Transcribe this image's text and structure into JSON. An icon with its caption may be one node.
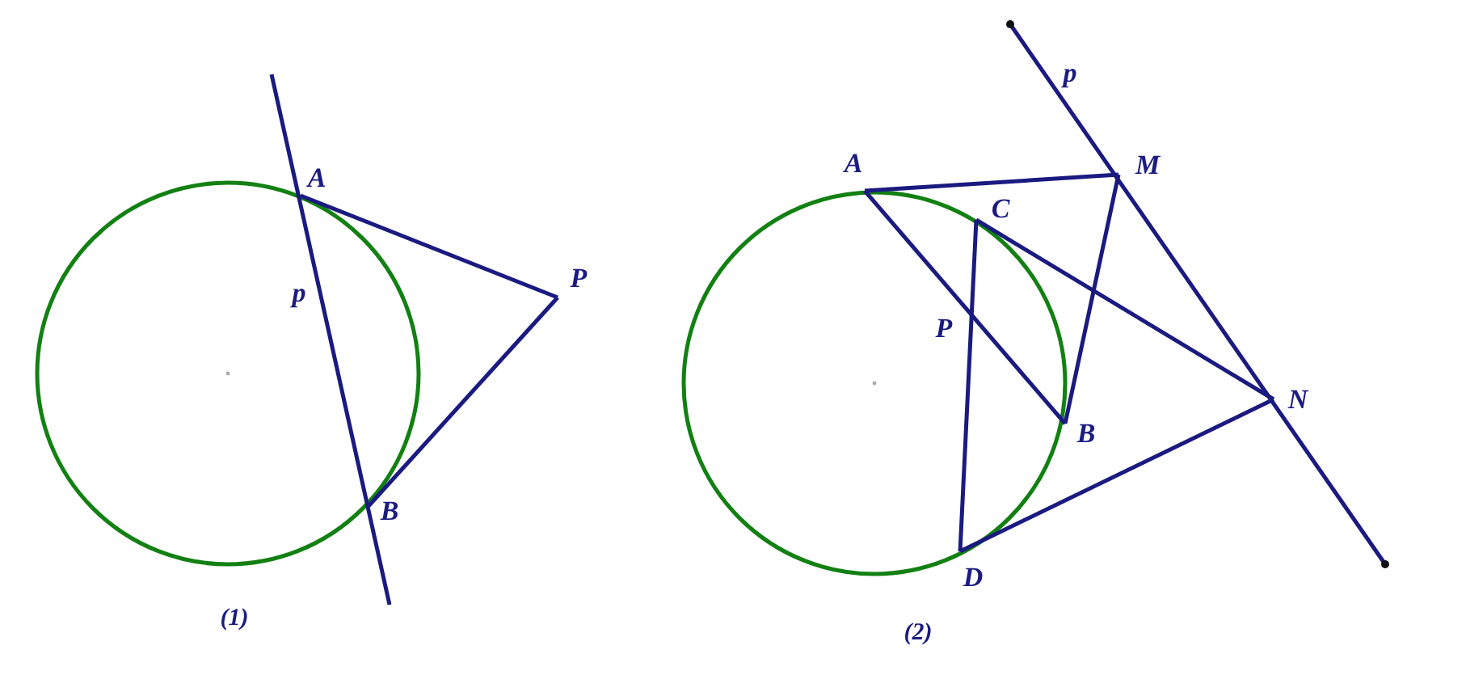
{
  "diagram": {
    "labels": [
      "p",
      "A",
      "M",
      "C",
      "p",
      "A",
      "P",
      "P",
      "B",
      "N",
      "B",
      "D",
      "(1)",
      "(2)"
    ]
  }
}
